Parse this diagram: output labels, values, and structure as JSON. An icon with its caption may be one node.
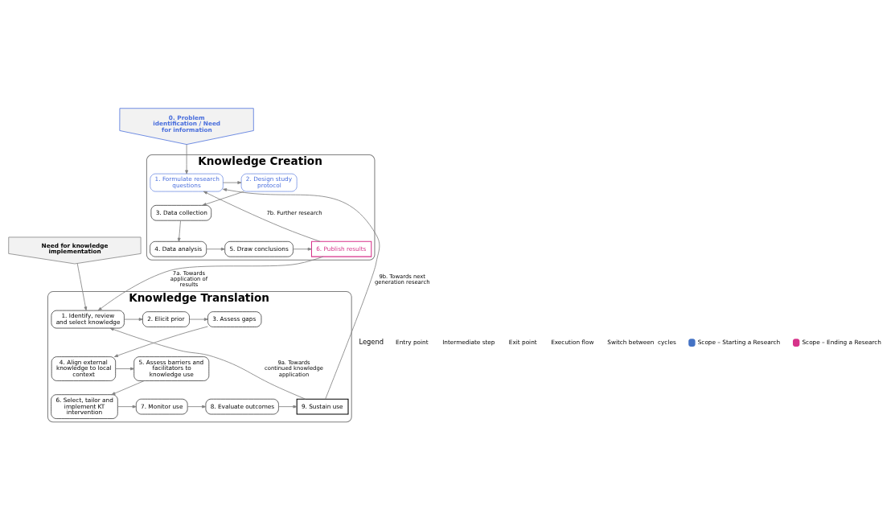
{
  "diagram": {
    "nodes": [
      {
        "text": [
          "Knowledge Creation"
        ]
      },
      {
        "text": [
          "0. Problem identification / Need for information"
        ]
      },
      {
        "text": [
          "1. Formulate research questions"
        ],
        "in": 0
      },
      {
        "text": [
          "2. Design study protocol"
        ],
        "in": 0
      },
      {
        "text": [
          "3. Data collection"
        ],
        "in": 0
      },
      {
        "text": [
          "4. Data analysis"
        ],
        "in": 0
      },
      {
        "text": [
          "5. Draw conclusions"
        ],
        "in": 0
      },
      {
        "text": [
          "6. Publish results"
        ],
        "in": 0
      },
      {
        "text": [
          "Knowledge Translation"
        ]
      },
      {
        "text": [
          "Need for knowledge implementation"
        ]
      },
      {
        "text": [
          "1. Identify, review and select knowledge"
        ],
        "in": 8
      },
      {
        "text": [
          "2. Elicit prior"
        ],
        "in": 8
      },
      {
        "text": [
          "3. Assess gaps"
        ],
        "in": 8
      },
      {
        "text": [
          "4. Align external knowledge to local context"
        ],
        "in": 8
      },
      {
        "text": [
          "5. Assess barriers and facilitators to knowledge use"
        ],
        "in": 8
      },
      {
        "text": [
          "6. Select, tailor and implement KT intervention"
        ],
        "in": 8
      },
      {
        "text": [
          "7. Monitor use"
        ],
        "in": 8
      },
      {
        "text": [
          "8. Evaluate outcomes"
        ],
        "in": 8
      },
      {
        "text": [
          "9. Sustain use"
        ],
        "in": 8
      }
    ],
    "edges": [
      {
        "from": 1,
        "to": 2,
        "arrow": "to"
      },
      {
        "from": 2,
        "to": 3,
        "arrow": "to"
      },
      {
        "from": 3,
        "to": 4,
        "arrow": "to"
      },
      {
        "from": 4,
        "to": 5,
        "arrow": "to"
      },
      {
        "from": 5,
        "to": 6,
        "arrow": "to"
      },
      {
        "from": 6,
        "to": 7,
        "arrow": "to"
      },
      {
        "from": 7,
        "to": 2,
        "arrow": "to",
        "label": "7b. Further research"
      },
      {
        "from": 7,
        "to": 10,
        "arrow": "to",
        "label": "7a. Towards application of results"
      },
      {
        "from": 9,
        "to": 10,
        "arrow": "to"
      },
      {
        "from": 10,
        "to": 11,
        "arrow": "to"
      },
      {
        "from": 11,
        "to": 12,
        "arrow": "to"
      },
      {
        "from": 12,
        "to": 13,
        "arrow": "to"
      },
      {
        "from": 13,
        "to": 14,
        "arrow": "to"
      },
      {
        "from": 14,
        "to": 15,
        "arrow": "to"
      },
      {
        "from": 15,
        "to": 16,
        "arrow": "to"
      },
      {
        "from": 16,
        "to": 17,
        "arrow": "to"
      },
      {
        "from": 17,
        "to": 18,
        "arrow": "to"
      },
      {
        "from": 18,
        "to": 10,
        "arrow": "to",
        "label": "9a. Towards continued knowledge application"
      },
      {
        "from": 18,
        "to": 2,
        "arrow": "to",
        "label": "9b. Towards next generation research"
      }
    ],
    "labels": [
      "Legend"
    ],
    "legend": [
      {
        "text": "Entry point"
      },
      {
        "text": "Intermediate step"
      },
      {
        "text": "Exit point"
      },
      {
        "text": "Execution flow"
      },
      {
        "text": "Switch between  cycles"
      },
      {
        "text": "Scope – Starting a Research",
        "color": "#4472c4"
      },
      {
        "text": "Scope – Ending a Research",
        "color": "#d6338a"
      }
    ]
  }
}
